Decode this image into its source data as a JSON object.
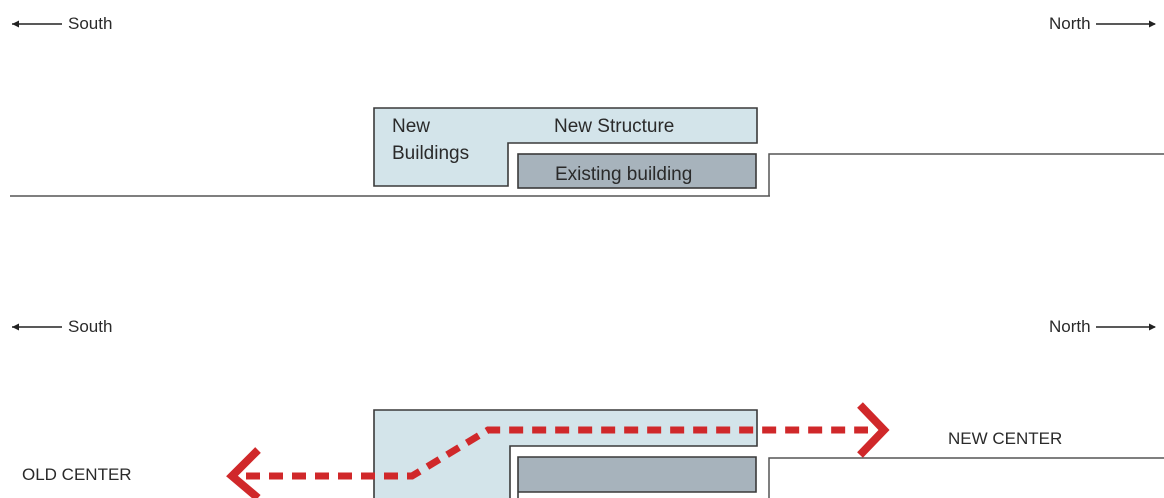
{
  "top_panel": {
    "south_label": "South",
    "north_label": "North",
    "new_buildings_label_line1": "New",
    "new_buildings_label_line2": "Buildings",
    "new_structure_label": "New Structure",
    "existing_building_label": "Existing building"
  },
  "bottom_panel": {
    "south_label": "South",
    "north_label": "North",
    "old_center_label": "OLD CENTER",
    "new_center_label": "NEW CENTER"
  },
  "colors": {
    "new_structure_fill": "#d3e4ea",
    "existing_building_fill": "#a7b3bc",
    "outline": "#3a3a3a",
    "path_arrow": "#d0282a"
  }
}
